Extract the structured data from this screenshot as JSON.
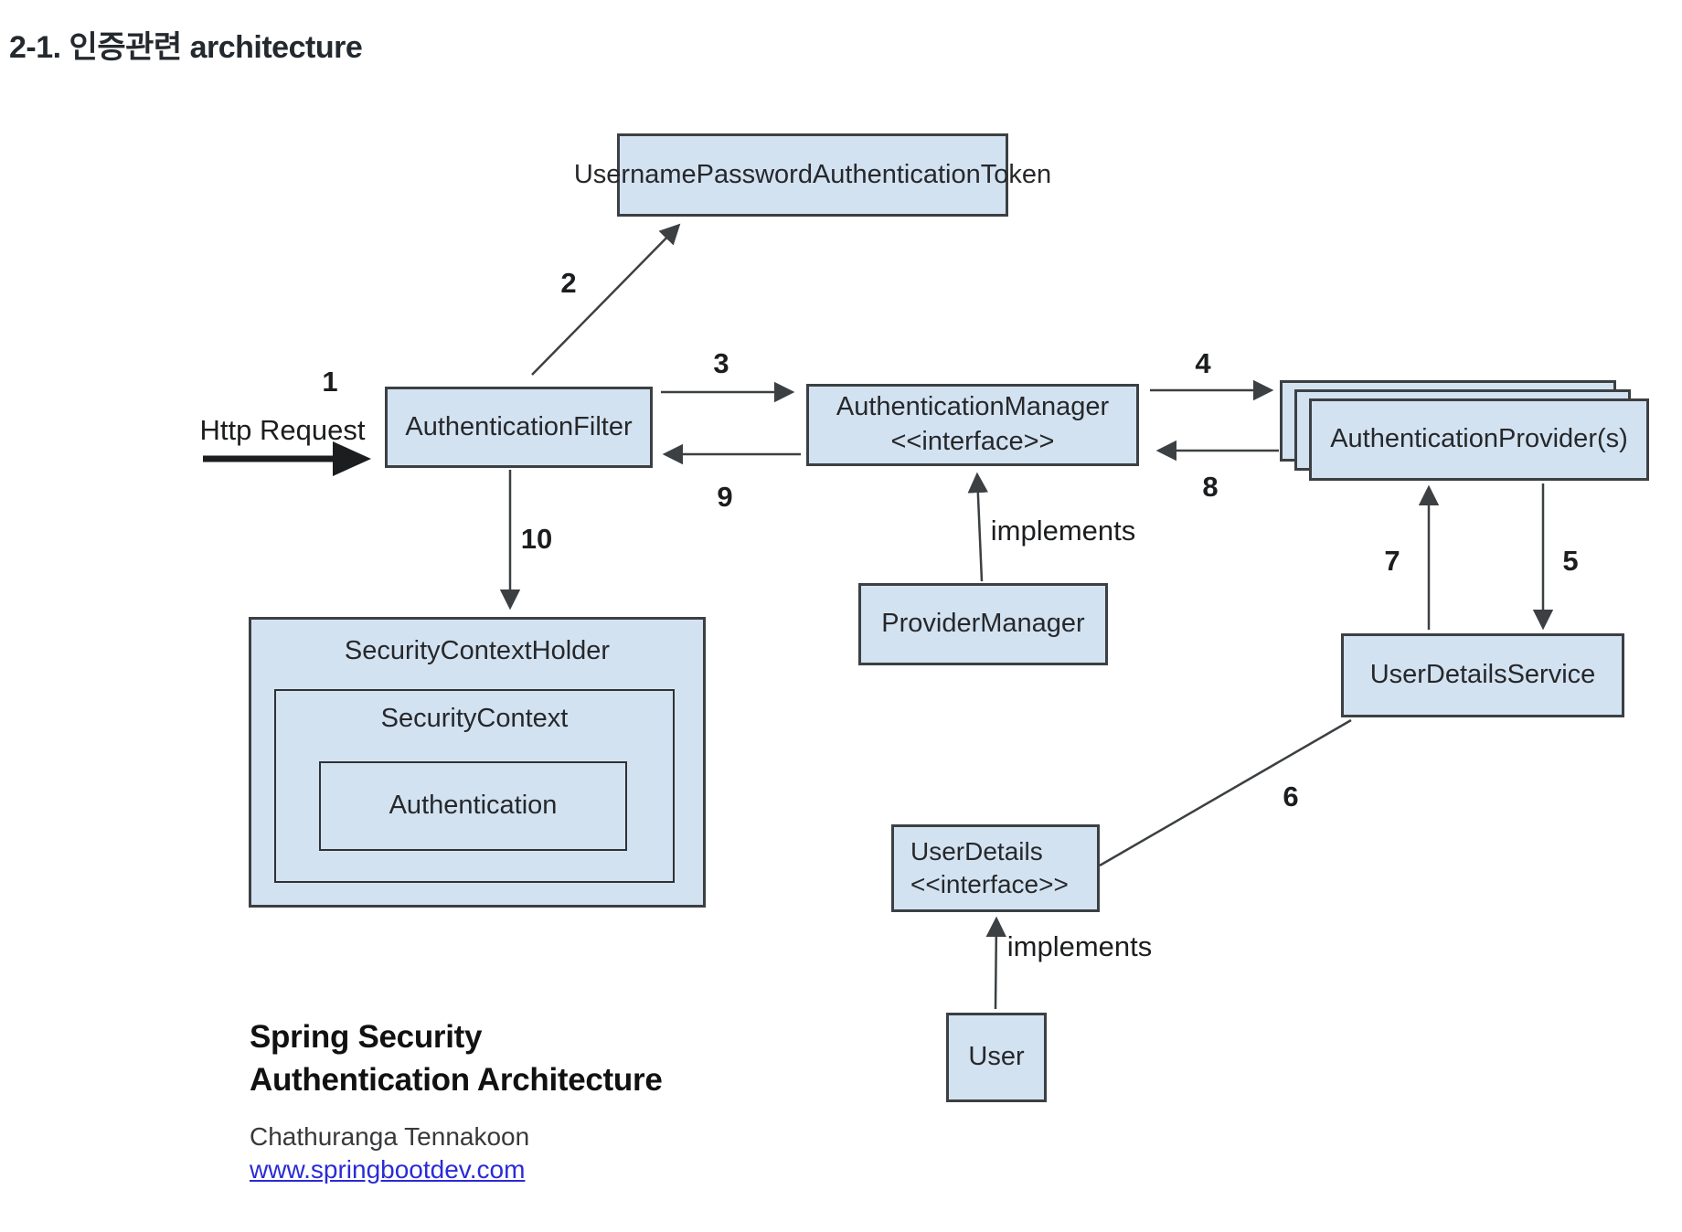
{
  "page_title": "2-1. 인증관련 architecture",
  "colors": {
    "node_fill": "#d3e2f1",
    "node_border": "#3c4043",
    "line": "#3c4043",
    "link_blue": "#2a2bd6",
    "title_text": "#24292f"
  },
  "nodes": {
    "token": "UsernamePasswordAuthenticationToken",
    "filter": "AuthenticationFilter",
    "manager_line1": "AuthenticationManager",
    "manager_line2": "<<interface>>",
    "providers": "AuthenticationProvider(s)",
    "provider_manager": "ProviderManager",
    "user_details_service": "UserDetailsService",
    "user_details_line1": "UserDetails",
    "user_details_line2": "<<interface>>",
    "user": "User",
    "security_context_holder": "SecurityContextHolder",
    "security_context": "SecurityContext",
    "authentication": "Authentication"
  },
  "labels": {
    "http_request": "Http Request",
    "implements_manager": "implements",
    "implements_user_details": "implements"
  },
  "steps": [
    "1",
    "2",
    "3",
    "4",
    "5",
    "6",
    "7",
    "8",
    "9",
    "10"
  ],
  "credit": {
    "title_line1": "Spring Security",
    "title_line2": "Authentication Architecture",
    "author": "Chathuranga Tennakoon",
    "url": "www.springbootdev.com"
  }
}
